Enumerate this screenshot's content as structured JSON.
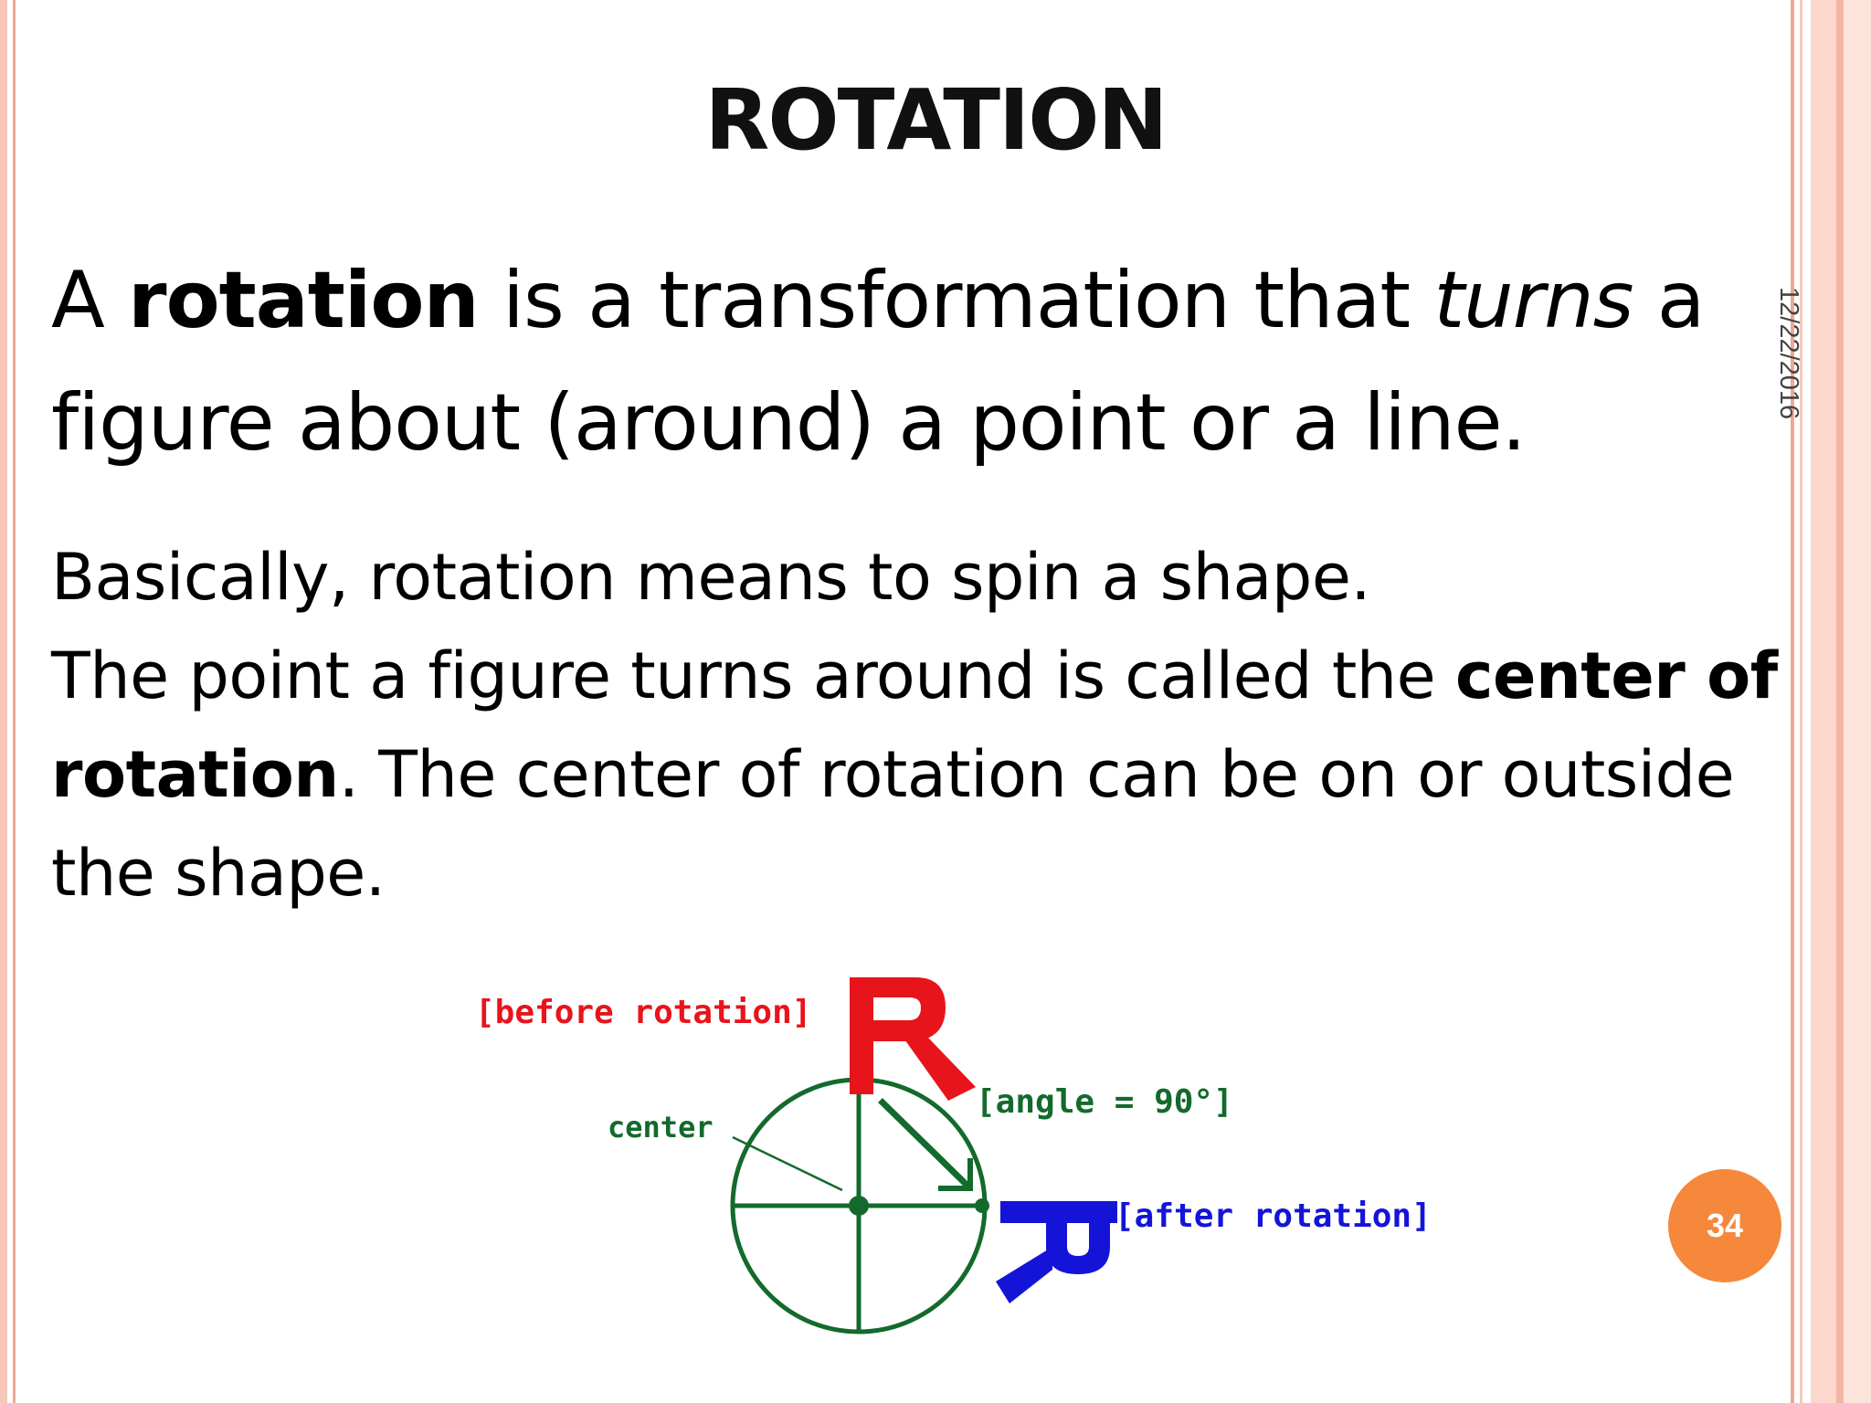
{
  "slide": {
    "title": "ROTATION",
    "date": "12/22/2016",
    "page_number": "34"
  },
  "lead": {
    "part1": "A ",
    "bold_word": "rotation",
    "part2": " is a transformation that ",
    "italic_word": "turns",
    "part3": " a figure about (around) a point or a line."
  },
  "body": {
    "line1": "Basically, rotation means to spin a shape.",
    "p2_start": "The point a figure turns around is called the ",
    "p2_bold": "center of rotation",
    "p2_end": ". The center of rotation can be on or outside the shape."
  },
  "diagram": {
    "before_label": "[before rotation]",
    "center_label": "center",
    "angle_label": "[angle = 90°]",
    "after_label": "[after rotation]",
    "colors": {
      "before": "#e8141b",
      "after": "#1414d8",
      "circle": "#136a2c"
    }
  }
}
